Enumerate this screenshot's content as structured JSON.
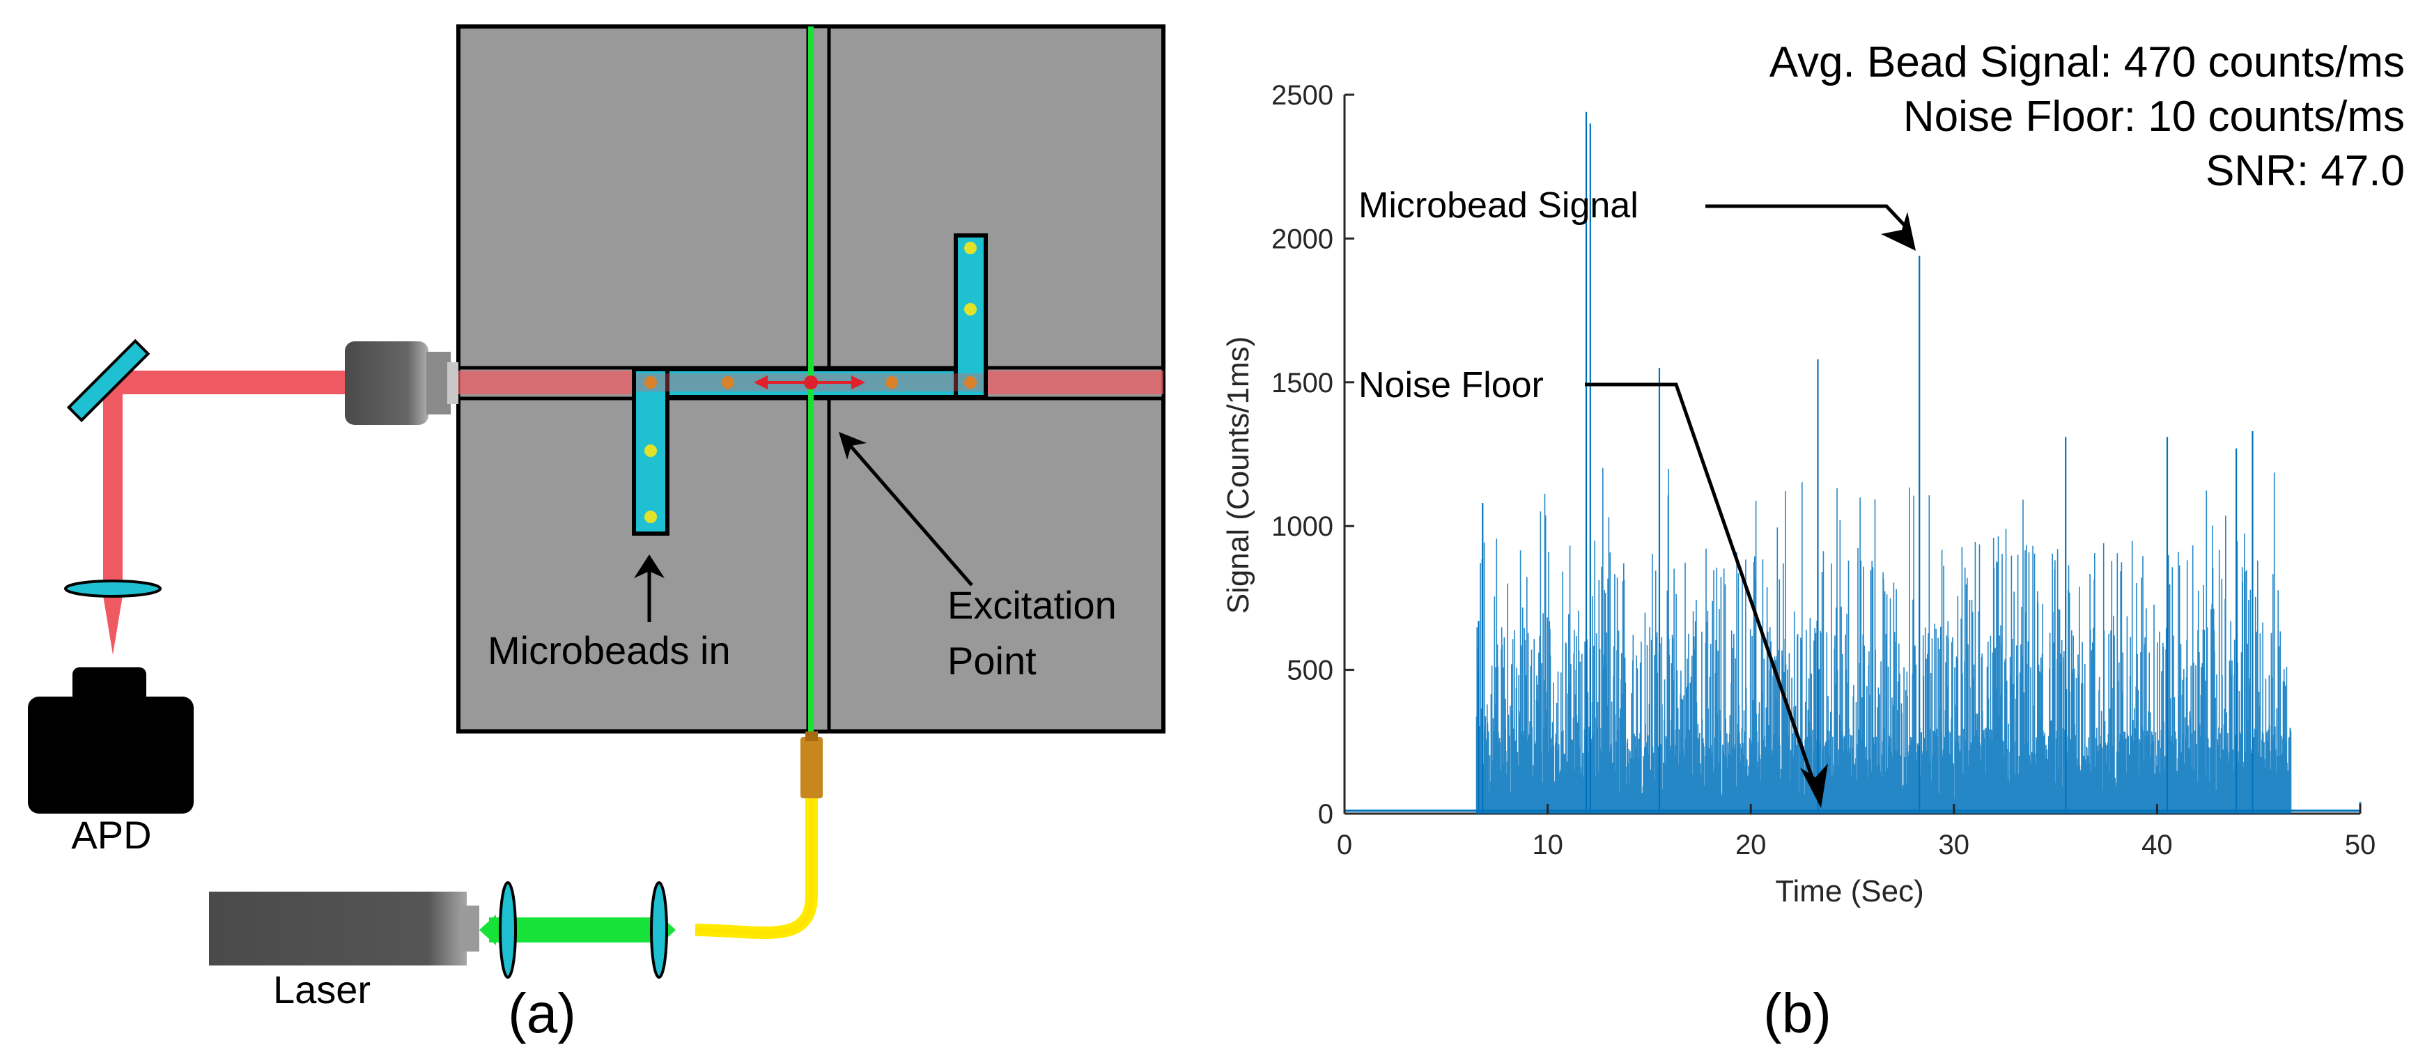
{
  "panel_a": {
    "label": "(a)",
    "microbeads_label": "Microbeads in",
    "excitation_label_line1": "Excitation",
    "excitation_label_line2": "Point",
    "apd_label": "APD",
    "laser_label": "Laser",
    "colors": {
      "chip": "#999999",
      "channel": "#1fc0d2",
      "laser_green": "#16e23a",
      "detect_red": "#ef5a62",
      "fiber": "#ffea00",
      "ferrule": "#c8861e",
      "bead_yellow": "#e2e22a",
      "bead_orange": "#d9822b",
      "arrow_red": "#e0202a"
    }
  },
  "panel_b": {
    "label": "(b)",
    "stats": [
      "Avg. Bead Signal: 470 counts/ms",
      "Noise Floor: 10 counts/ms",
      "SNR: 47.0"
    ],
    "annotations": {
      "microbead_signal": "Microbead Signal",
      "noise_floor": "Noise Floor"
    },
    "line_color": "#0072bd"
  },
  "chart_data": {
    "type": "line",
    "title": "",
    "xlabel": "Time (Sec)",
    "ylabel": "Signal (Counts/1ms)",
    "xlim": [
      0,
      50
    ],
    "ylim": [
      0,
      2500
    ],
    "xticks": [
      0,
      10,
      20,
      30,
      40,
      50
    ],
    "yticks": [
      0,
      500,
      1000,
      1500,
      2000,
      2500
    ],
    "signal_window": [
      6.5,
      46.6
    ],
    "baseline": 10,
    "notable_peaks": [
      {
        "x": 6.6,
        "y": 670
      },
      {
        "x": 6.8,
        "y": 1080
      },
      {
        "x": 11.9,
        "y": 2440
      },
      {
        "x": 12.1,
        "y": 2400
      },
      {
        "x": 15.5,
        "y": 1550
      },
      {
        "x": 23.3,
        "y": 1580
      },
      {
        "x": 28.3,
        "y": 1940
      },
      {
        "x": 35.5,
        "y": 1310
      },
      {
        "x": 40.5,
        "y": 1310
      },
      {
        "x": 43.9,
        "y": 1270
      },
      {
        "x": 44.7,
        "y": 1330
      }
    ],
    "grid": false,
    "legend": "none"
  }
}
